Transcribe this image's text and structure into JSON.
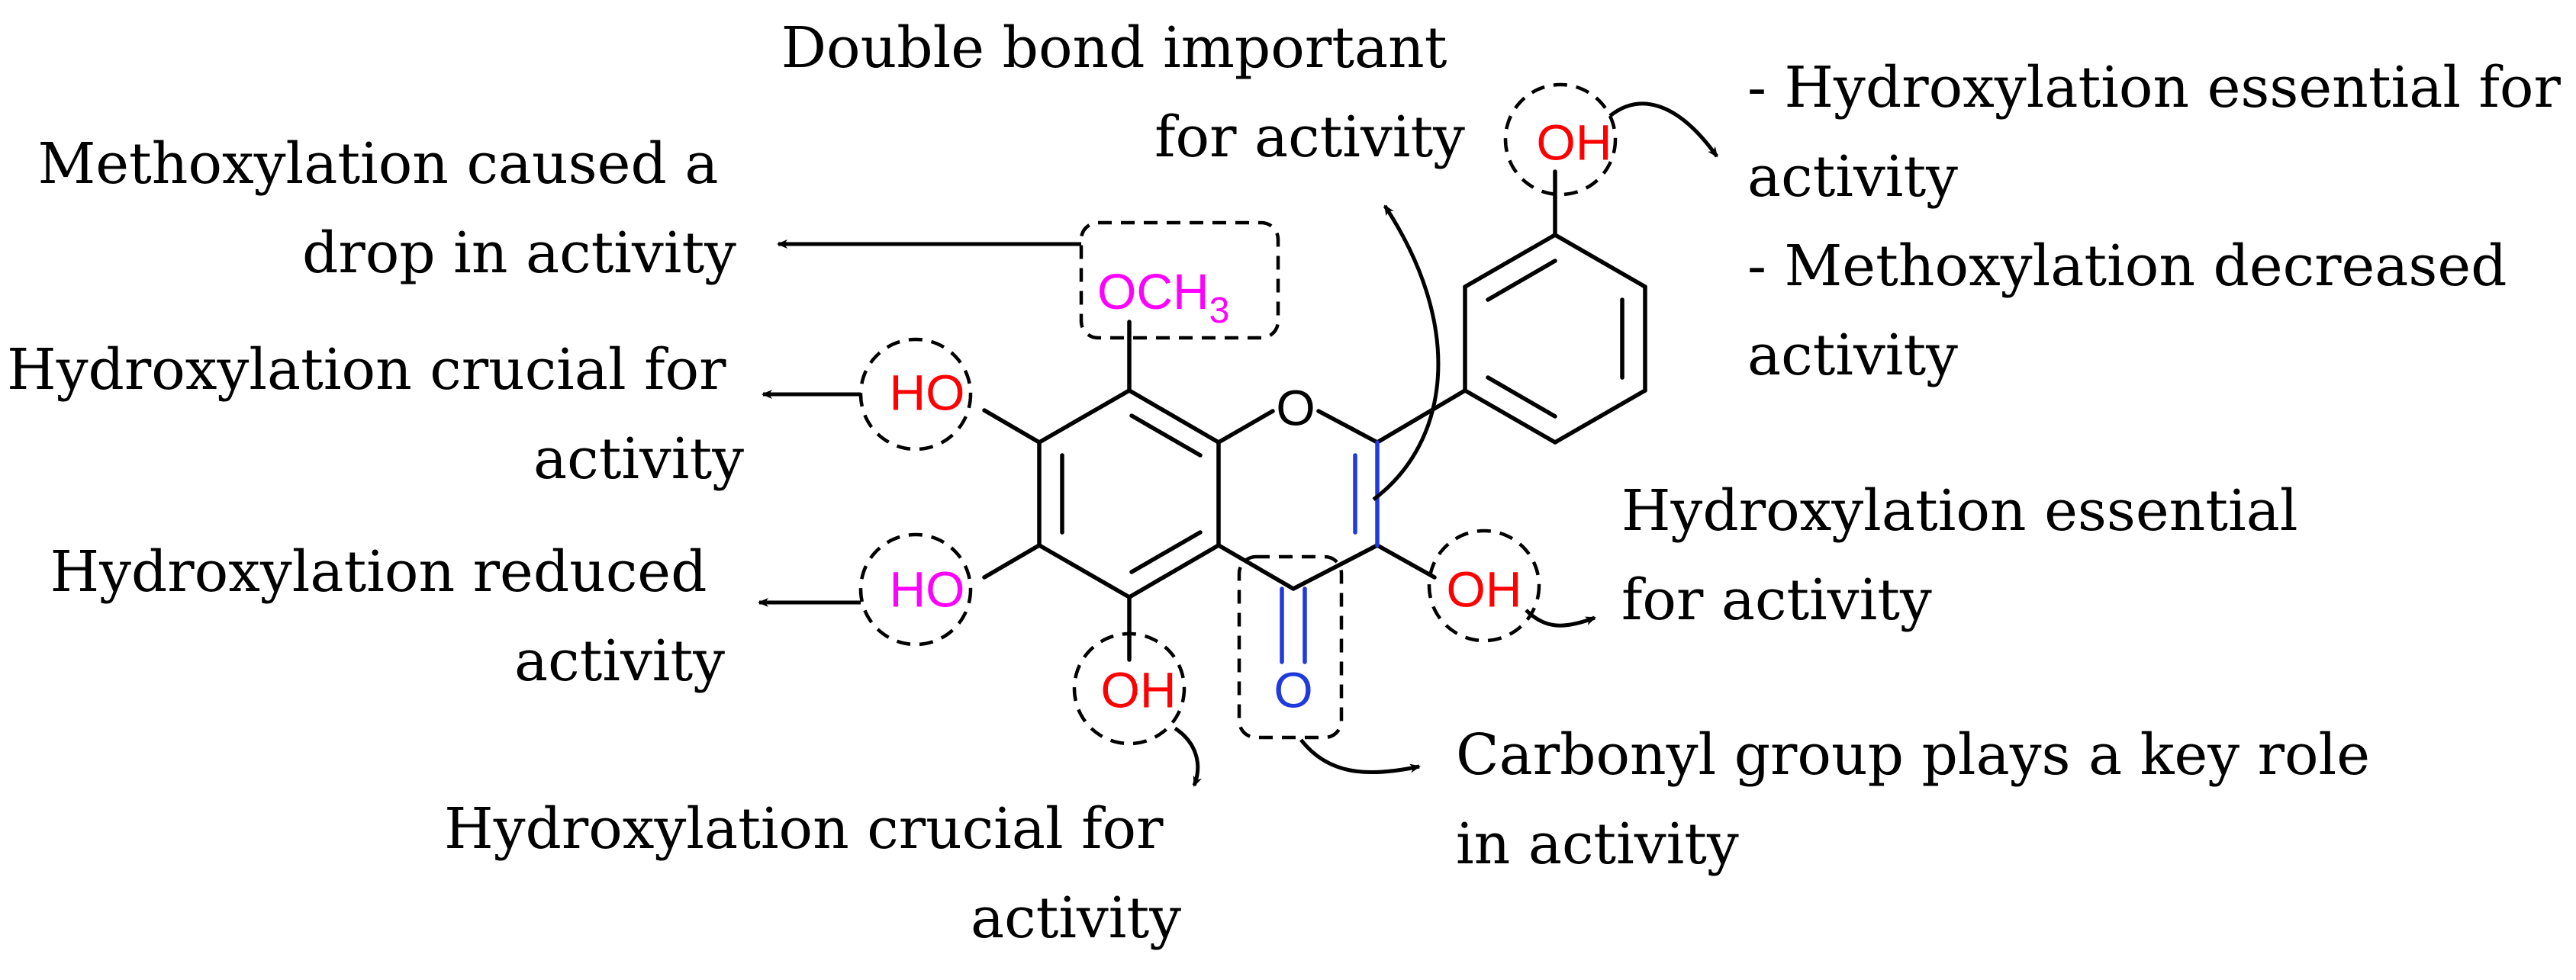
{
  "colors": {
    "text": "#000000",
    "hydroxyl_essential": "#ff0000",
    "substituent_negative": "#ff00ff",
    "carbonyl_double_bond": "#1f3bdc",
    "dashed_outline": "#000000"
  },
  "molecule": {
    "atoms": {
      "ring_oxygen": "O",
      "oh_3prime": "OH",
      "methoxy": "OCH",
      "methoxy_subscript": "3",
      "ho_7": "HO",
      "ho_6": "HO",
      "oh_5": "OH",
      "oh_3": "OH",
      "carbonyl_oxygen": "O"
    }
  },
  "annotations": {
    "double_bond": [
      "Double bond important",
      "for activity"
    ],
    "oh_3prime": [
      "- Hydroxylation essential for",
      "activity",
      "- Methoxylation decreased",
      "activity"
    ],
    "methoxy": [
      "Methoxylation caused a",
      "drop in activity"
    ],
    "ho_7": [
      "Hydroxylation crucial for",
      "activity"
    ],
    "ho_6": [
      "Hydroxylation reduced",
      "activity"
    ],
    "oh_3": [
      "Hydroxylation essential",
      "for activity"
    ],
    "carbonyl": [
      "Carbonyl group plays a key role",
      "in activity"
    ],
    "oh_5": [
      "Hydroxylation crucial for",
      "activity"
    ]
  }
}
